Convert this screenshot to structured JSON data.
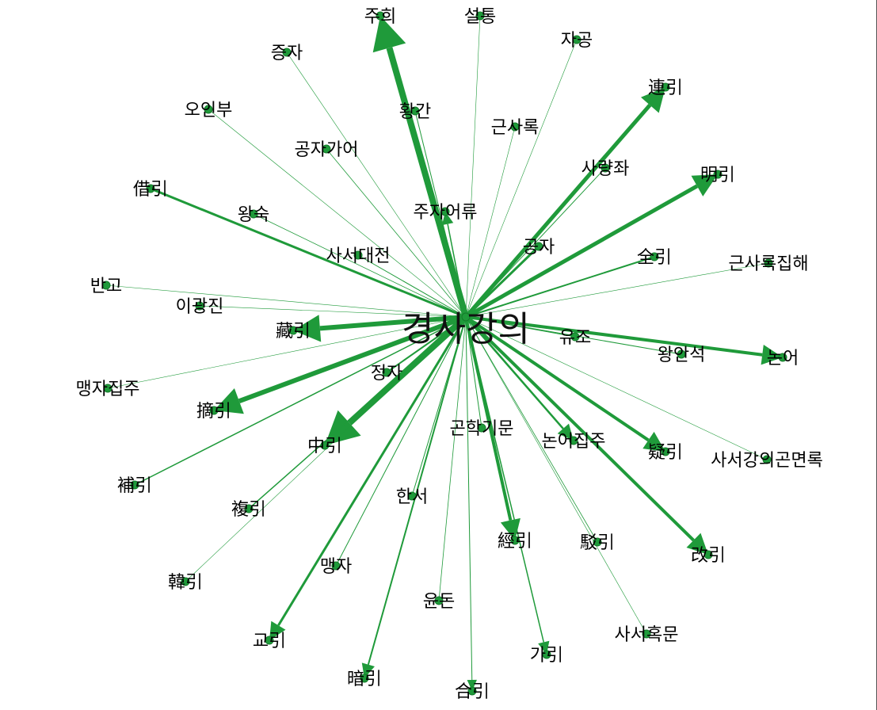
{
  "graph": {
    "edge_color": "#1f9a3a",
    "node_color": "#1f9a3a",
    "center": {
      "id": "center",
      "label": "경사강의"
    },
    "nodes": [
      {
        "id": "juhui",
        "label": "주희"
      },
      {
        "id": "seoltong",
        "label": "설통"
      },
      {
        "id": "jeungja",
        "label": "증자"
      },
      {
        "id": "jagong",
        "label": "자공"
      },
      {
        "id": "oinbu",
        "label": "오인부"
      },
      {
        "id": "hwanggan",
        "label": "황간"
      },
      {
        "id": "geunsarok",
        "label": "근사록"
      },
      {
        "id": "yeon_in",
        "label": "連引"
      },
      {
        "id": "gongjagaeo",
        "label": "공자가어"
      },
      {
        "id": "saryangjwa",
        "label": "사량좌"
      },
      {
        "id": "myeong_in",
        "label": "明引"
      },
      {
        "id": "cha_in",
        "label": "借引"
      },
      {
        "id": "jujaeoryu",
        "label": "주자어류"
      },
      {
        "id": "wangsuk",
        "label": "왕숙"
      },
      {
        "id": "gongja",
        "label": "공자"
      },
      {
        "id": "saseodaejeon",
        "label": "사서대전"
      },
      {
        "id": "jeon_in",
        "label": "全引"
      },
      {
        "id": "geunsarokjiphae",
        "label": "근사록집해"
      },
      {
        "id": "bango",
        "label": "반고"
      },
      {
        "id": "igwangjin",
        "label": "이광진"
      },
      {
        "id": "jang_in",
        "label": "藏引"
      },
      {
        "id": "yujo",
        "label": "유조"
      },
      {
        "id": "wanganseok",
        "label": "왕안석"
      },
      {
        "id": "noneo",
        "label": "논어"
      },
      {
        "id": "jeongja",
        "label": "정자"
      },
      {
        "id": "maengjajipju",
        "label": "맹자집주"
      },
      {
        "id": "jeok_in",
        "label": "摘引"
      },
      {
        "id": "gwanhakjimun",
        "label": "곤학기문"
      },
      {
        "id": "noneojipju",
        "label": "논어집주"
      },
      {
        "id": "ui_in",
        "label": "疑引"
      },
      {
        "id": "jung_in",
        "label": "中引"
      },
      {
        "id": "saseogangui",
        "label": "사서강의곤면록"
      },
      {
        "id": "bo_in",
        "label": "補引"
      },
      {
        "id": "bok_in",
        "label": "複引"
      },
      {
        "id": "hanseo",
        "label": "한서"
      },
      {
        "id": "gyeong_in",
        "label": "經引"
      },
      {
        "id": "bak_in",
        "label": "駁引"
      },
      {
        "id": "gae_in",
        "label": "改引"
      },
      {
        "id": "han_in",
        "label": "韓引"
      },
      {
        "id": "maengja",
        "label": "맹자"
      },
      {
        "id": "yundon",
        "label": "윤돈"
      },
      {
        "id": "saseohongmun",
        "label": "사서혹문"
      },
      {
        "id": "gyo_in",
        "label": "교引"
      },
      {
        "id": "ga_in",
        "label": "가引"
      },
      {
        "id": "am_in",
        "label": "暗引"
      },
      {
        "id": "hap_in",
        "label": "合引"
      }
    ]
  }
}
